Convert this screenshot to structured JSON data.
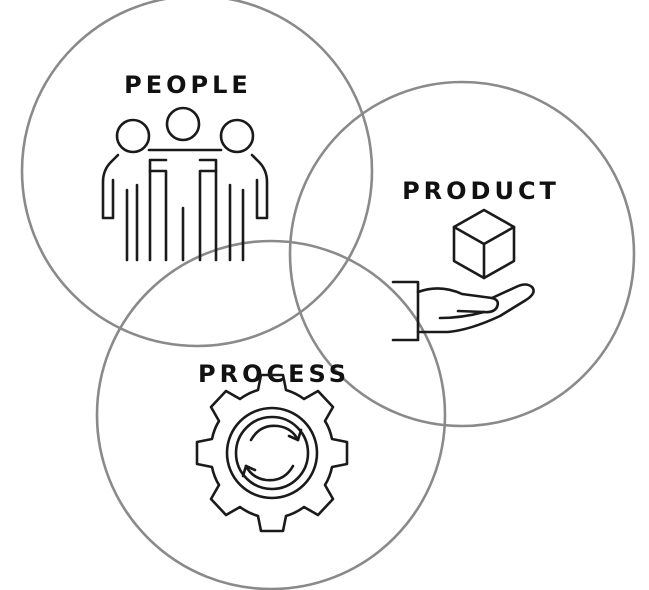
{
  "circles": {
    "people": {
      "label": "PEOPLE",
      "icon": "people-group-icon"
    },
    "product": {
      "label": "PRODUCT",
      "icon": "cube-in-hand-icon"
    },
    "process": {
      "label": "PROCESS",
      "icon": "gear-with-cycle-arrows-icon"
    }
  },
  "colors": {
    "ring": "#8a8a8a",
    "text": "#111111",
    "icon": "#1a1a1a",
    "background": "#ffffff"
  }
}
